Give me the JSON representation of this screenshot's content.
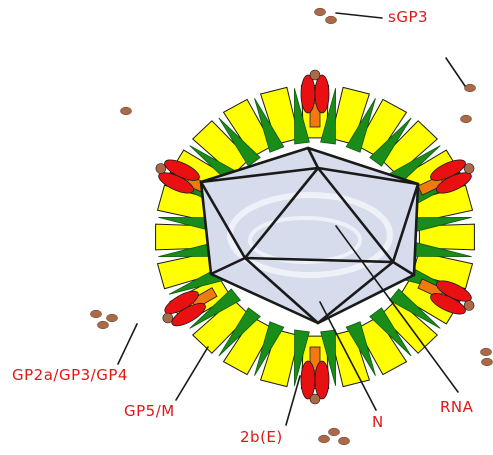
{
  "labels": {
    "sgp3": "sGP3",
    "gp2a": "GP2a/GP3/GP4",
    "gp5m": "GP5/M",
    "e2b": "2b(E)",
    "n": "N",
    "rna": "RNA"
  },
  "colors": {
    "label_text": "#e01818",
    "gp5_yellow": "#ffff00",
    "m_green": "#1a8c1a",
    "gp2_red": "#e81010",
    "e_orange": "#f07a10",
    "sgp3_brown": "#a86a48",
    "capsid_fill": "#d6dcec",
    "outline": "#1a1a1a"
  }
}
